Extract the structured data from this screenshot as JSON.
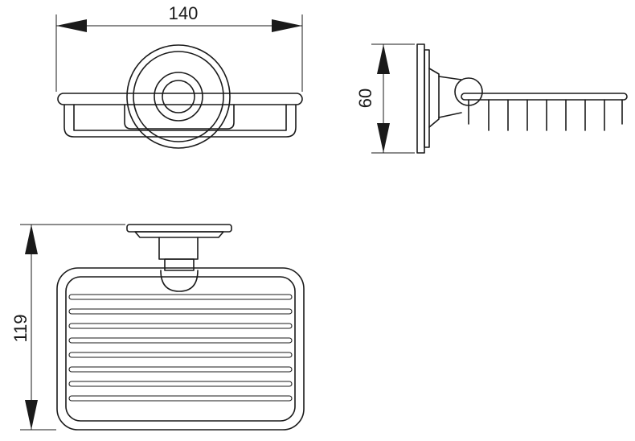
{
  "dimensions": {
    "width": "140",
    "height": "60",
    "depth": "119"
  },
  "colors": {
    "line": "#1a1a1a",
    "background": "#ffffff"
  }
}
